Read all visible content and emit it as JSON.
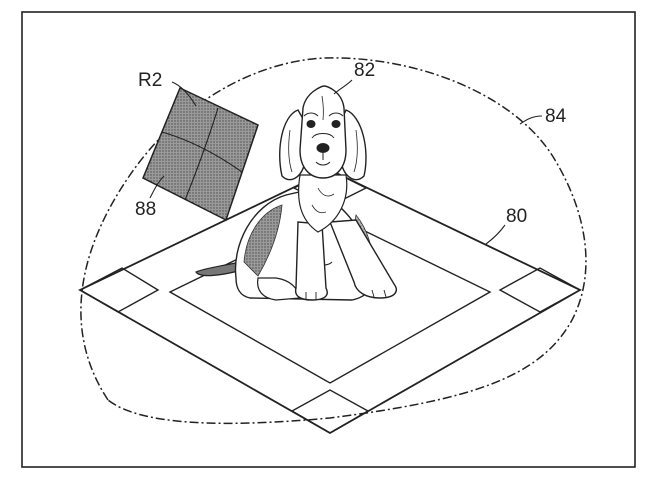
{
  "labels": {
    "region": "R2",
    "pet": "82",
    "boundary": "84",
    "mat": "80",
    "marker": "88"
  },
  "colors": {
    "ink": "#222222",
    "shade": "#8a8a8a",
    "background": "#ffffff"
  }
}
